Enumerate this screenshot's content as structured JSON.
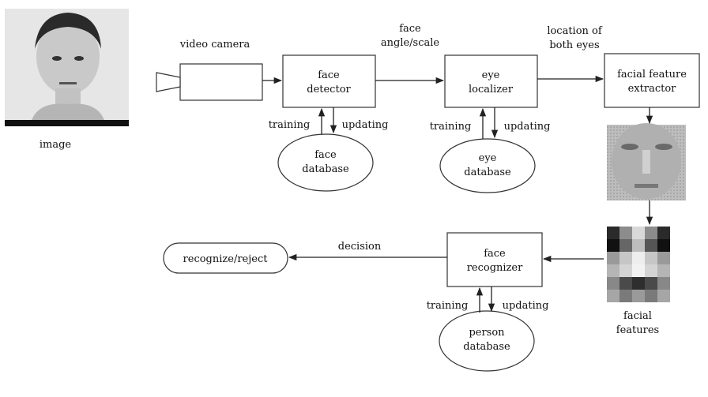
{
  "labels": {
    "image": "image",
    "video_camera": "video camera",
    "face_angle_1": "face",
    "face_angle_2": "angle/scale",
    "location_1": "location of",
    "location_2": "both eyes",
    "decision": "decision",
    "facial_features_1": "facial",
    "facial_features_2": "features"
  },
  "nodes": {
    "face_detector": [
      "face",
      "detector"
    ],
    "eye_localizer": [
      "eye",
      "localizer"
    ],
    "feature_extractor": [
      "facial feature",
      "extractor"
    ],
    "face_recognizer": [
      "face",
      "recognizer"
    ],
    "face_database": [
      "face",
      "database"
    ],
    "eye_database": [
      "eye",
      "database"
    ],
    "person_database": [
      "person",
      "database"
    ],
    "recognize_reject": "recognize/reject"
  },
  "edge_labels": {
    "training": "training",
    "updating": "updating"
  },
  "colors": {
    "line": "#222222",
    "box_stroke": "#333333",
    "photo_bg": "#e6e6e6",
    "photo_bar": "#111111"
  }
}
